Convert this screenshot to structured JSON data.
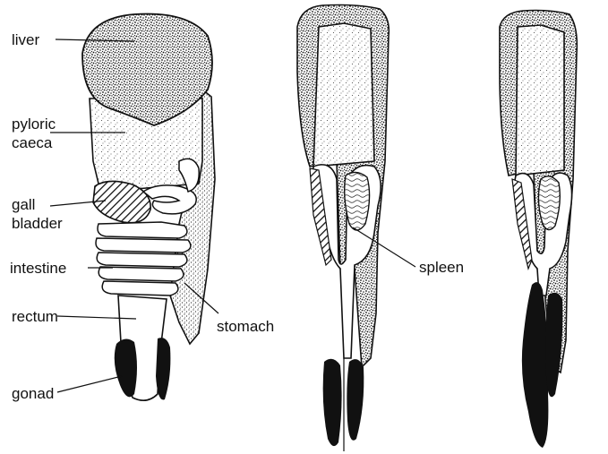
{
  "labels": {
    "liver": "liver",
    "pyloric_caeca_line1": "pyloric",
    "pyloric_caeca_line2": "caeca",
    "gall_bladder_line1": "gall",
    "gall_bladder_line2": "bladder",
    "intestine": "intestine",
    "rectum": "rectum",
    "gonad": "gonad",
    "stomach": "stomach",
    "spleen": "spleen"
  },
  "colors": {
    "ink": "#111111",
    "paper": "#ffffff"
  }
}
